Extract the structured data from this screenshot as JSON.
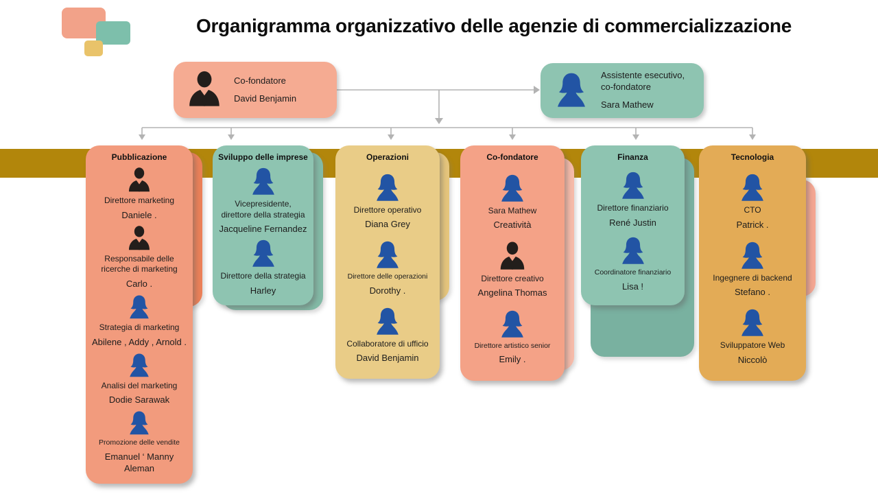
{
  "page": {
    "title": "Organigramma organizzativo delle agenzie di commercializzazione"
  },
  "colors": {
    "background": "#ffffff",
    "band": "#b2860b",
    "connector": "#b3b3b3",
    "deco_salmon": "#f2a289",
    "deco_teal": "#7dbfab",
    "deco_yellow": "#e9c36a",
    "male_icon": "#231e1b",
    "female_icon": "#2254a4",
    "text": "#1c1c1c"
  },
  "top_nodes": [
    {
      "role": "Co-fondatore",
      "name": "David Benjamin",
      "icon": "male",
      "color": "#f5ab92"
    },
    {
      "role": "Assistente esecutivo,\nco-fondatore",
      "name": "Sara Mathew",
      "icon": "female",
      "color": "#8ec4b1"
    }
  ],
  "columns": [
    {
      "title": "Pubblicazione",
      "color": "#f29b7d",
      "behind_color": "#eb8058",
      "entries": [
        {
          "icon": "male",
          "role": "Direttore marketing",
          "name": "Daniele .",
          "small": false
        },
        {
          "icon": "male",
          "role": "Responsabile delle\nricerche di marketing",
          "name": "Carlo .",
          "small": false
        },
        {
          "icon": "female",
          "role": "Strategia di marketing",
          "name": "Abilene , Addy , Arnold .",
          "small": false
        },
        {
          "icon": "female",
          "role": "Analisi del marketing",
          "name": "Dodie Sarawak",
          "small": false
        },
        {
          "icon": "female",
          "role": "Promozione delle vendite",
          "name": "Emanuel ‘ Manny\nAleman",
          "small": true
        }
      ]
    },
    {
      "title": "Sviluppo delle imprese",
      "color": "#8ec4b1",
      "behind_color": "#83baa6",
      "entries": [
        {
          "icon": "female",
          "role": "Vicepresidente,\ndirettore della strategia",
          "name": "Jacqueline Fernandez",
          "small": false
        },
        {
          "icon": "female",
          "role": "Direttore della strategia",
          "name": "Harley",
          "small": false
        }
      ]
    },
    {
      "title": "Operazioni",
      "color": "#e9cc87",
      "behind_color": "#e5c57c",
      "entries": [
        {
          "icon": "female",
          "role": "Direttore operativo",
          "name": "Diana Grey",
          "small": false
        },
        {
          "icon": "female",
          "role": "Direttore delle operazioni",
          "name": "Dorothy .",
          "small": true
        },
        {
          "icon": "female",
          "role": "Collaboratore di ufficio",
          "name": "David Benjamin",
          "small": false
        }
      ]
    },
    {
      "title": "Co-fondatore",
      "color": "#f4a287",
      "behind_color": "#f6bba9",
      "entries": [
        {
          "icon": "female",
          "role": "Sara Mathew",
          "name": "Creatività",
          "small": false
        },
        {
          "icon": "male",
          "role": "Direttore creativo",
          "name": "Angelina Thomas",
          "small": false
        },
        {
          "icon": "female",
          "role": "Direttore artistico senior",
          "name": "Emily .",
          "small": true
        }
      ]
    },
    {
      "title": "Finanza",
      "color": "#8ec4b1",
      "behind_color": "#79b1a0",
      "entries": [
        {
          "icon": "female",
          "role": "Direttore finanziario",
          "name": "René Justin",
          "small": false
        },
        {
          "icon": "female",
          "role": "Coordinatore finanziario",
          "name": "Lisa !",
          "small": true
        }
      ]
    },
    {
      "title": "Tecnologia",
      "color": "#e3ab56",
      "behind_color": "#f4a692",
      "entries": [
        {
          "icon": "female",
          "role": "CTO",
          "name": "Patrick .",
          "small": false
        },
        {
          "icon": "female",
          "role": "Ingegnere di backend",
          "name": "Stefano .",
          "small": false
        },
        {
          "icon": "female",
          "role": "Sviluppatore Web",
          "name": "Niccolò",
          "small": false
        }
      ]
    }
  ]
}
